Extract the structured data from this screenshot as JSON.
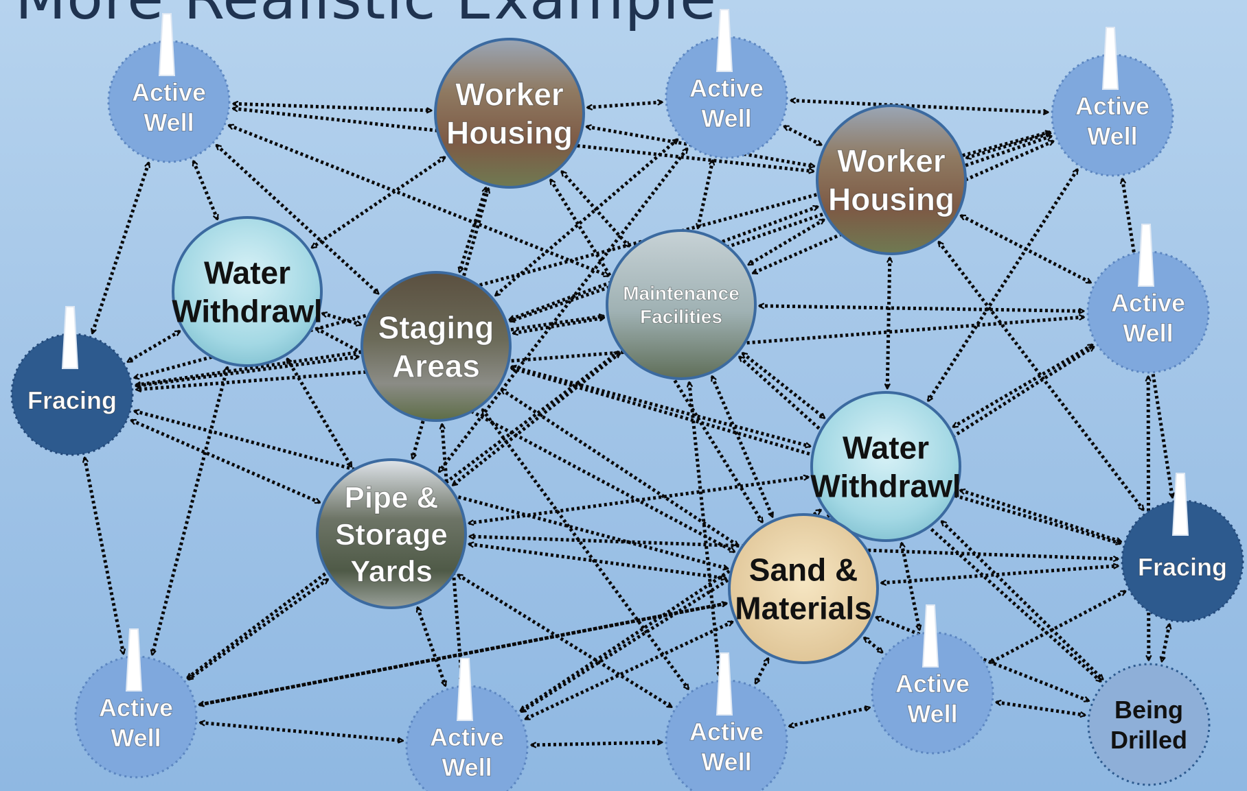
{
  "slide": {
    "title": "More Realistic Example"
  },
  "diagram": {
    "nodes": [
      {
        "id": "well-1",
        "kind": "active-well",
        "lines": [
          "Active",
          "Well"
        ]
      },
      {
        "id": "housing-1",
        "kind": "worker-housing",
        "lines": [
          "Worker",
          "Housing"
        ]
      },
      {
        "id": "well-2",
        "kind": "active-well",
        "lines": [
          "Active",
          "Well"
        ]
      },
      {
        "id": "housing-2",
        "kind": "worker-housing",
        "lines": [
          "Worker",
          "Housing"
        ]
      },
      {
        "id": "well-3",
        "kind": "active-well",
        "lines": [
          "Active",
          "Well"
        ]
      },
      {
        "id": "water-1",
        "kind": "water-withdrawl",
        "lines": [
          "Water",
          "Withdrawl"
        ]
      },
      {
        "id": "staging",
        "kind": "staging-areas",
        "lines": [
          "Staging",
          "Areas"
        ]
      },
      {
        "id": "maint",
        "kind": "maintenance",
        "lines": [
          "Maintenance",
          "Facilities"
        ]
      },
      {
        "id": "well-4",
        "kind": "active-well",
        "lines": [
          "Active",
          "Well"
        ]
      },
      {
        "id": "frac-1",
        "kind": "fracing",
        "lines": [
          "Fracing"
        ]
      },
      {
        "id": "water-2",
        "kind": "water-withdrawl",
        "lines": [
          "Water",
          "Withdrawl"
        ]
      },
      {
        "id": "pipe",
        "kind": "pipe-storage",
        "lines": [
          "Pipe &",
          "Storage",
          "Yards"
        ]
      },
      {
        "id": "sand",
        "kind": "sand-materials",
        "lines": [
          "Sand &",
          "Materials"
        ]
      },
      {
        "id": "frac-2",
        "kind": "fracing",
        "lines": [
          "Fracing"
        ]
      },
      {
        "id": "well-5",
        "kind": "active-well",
        "lines": [
          "Active",
          "Well"
        ]
      },
      {
        "id": "well-6",
        "kind": "active-well",
        "lines": [
          "Active",
          "Well"
        ]
      },
      {
        "id": "well-7",
        "kind": "active-well",
        "lines": [
          "Active",
          "Well"
        ]
      },
      {
        "id": "well-8",
        "kind": "active-well",
        "lines": [
          "Active",
          "Well"
        ]
      },
      {
        "id": "drilling",
        "kind": "being-drilled",
        "lines": [
          "Being",
          "Drilled"
        ]
      }
    ],
    "edges": [
      [
        "well-1",
        "housing-1"
      ],
      [
        "well-1",
        "water-1"
      ],
      [
        "well-1",
        "staging"
      ],
      [
        "well-1",
        "maint"
      ],
      [
        "well-1",
        "housing-2"
      ],
      [
        "housing-1",
        "well-2"
      ],
      [
        "housing-1",
        "water-1"
      ],
      [
        "housing-1",
        "staging"
      ],
      [
        "housing-1",
        "housing-2"
      ],
      [
        "housing-1",
        "sand"
      ],
      [
        "housing-1",
        "pipe"
      ],
      [
        "well-2",
        "well-3"
      ],
      [
        "well-2",
        "housing-2"
      ],
      [
        "well-2",
        "staging"
      ],
      [
        "well-2",
        "maint"
      ],
      [
        "well-2",
        "pipe"
      ],
      [
        "housing-2",
        "well-3"
      ],
      [
        "housing-2",
        "well-4"
      ],
      [
        "housing-2",
        "maint"
      ],
      [
        "housing-2",
        "water-2"
      ],
      [
        "housing-2",
        "frac-2"
      ],
      [
        "housing-2",
        "staging"
      ],
      [
        "well-3",
        "maint"
      ],
      [
        "well-3",
        "water-2"
      ],
      [
        "well-3",
        "staging"
      ],
      [
        "well-3",
        "frac-1"
      ],
      [
        "water-1",
        "frac-1"
      ],
      [
        "water-1",
        "pipe"
      ],
      [
        "water-1",
        "well-5"
      ],
      [
        "water-1",
        "staging"
      ],
      [
        "staging",
        "frac-1"
      ],
      [
        "staging",
        "maint"
      ],
      [
        "staging",
        "sand"
      ],
      [
        "staging",
        "well-6"
      ],
      [
        "staging",
        "water-2"
      ],
      [
        "staging",
        "frac-2"
      ],
      [
        "maint",
        "well-4"
      ],
      [
        "maint",
        "pipe"
      ],
      [
        "maint",
        "sand"
      ],
      [
        "maint",
        "water-2"
      ],
      [
        "maint",
        "well-7"
      ],
      [
        "maint",
        "drilling"
      ],
      [
        "maint",
        "well-5"
      ],
      [
        "well-4",
        "water-2"
      ],
      [
        "well-4",
        "frac-1"
      ],
      [
        "well-4",
        "well-6"
      ],
      [
        "frac-1",
        "pipe"
      ],
      [
        "frac-1",
        "maint"
      ],
      [
        "frac-1",
        "sand"
      ],
      [
        "frac-1",
        "well-5"
      ],
      [
        "water-2",
        "frac-2"
      ],
      [
        "water-2",
        "pipe"
      ],
      [
        "water-2",
        "well-8"
      ],
      [
        "water-2",
        "drilling"
      ],
      [
        "water-2",
        "well-6"
      ],
      [
        "pipe",
        "well-5"
      ],
      [
        "pipe",
        "well-6"
      ],
      [
        "pipe",
        "sand"
      ],
      [
        "pipe",
        "well-7"
      ],
      [
        "sand",
        "frac-2"
      ],
      [
        "sand",
        "well-7"
      ],
      [
        "sand",
        "well-8"
      ],
      [
        "sand",
        "drilling"
      ],
      [
        "sand",
        "well-6"
      ],
      [
        "sand",
        "well-5"
      ],
      [
        "frac-2",
        "drilling"
      ],
      [
        "frac-2",
        "well-8"
      ],
      [
        "frac-2",
        "pipe"
      ],
      [
        "well-5",
        "well-6"
      ],
      [
        "well-5",
        "sand"
      ],
      [
        "well-6",
        "well-7"
      ],
      [
        "well-7",
        "well-8"
      ],
      [
        "well-8",
        "drilling"
      ],
      [
        "well-1",
        "frac-1"
      ],
      [
        "housing-1",
        "maint"
      ],
      [
        "well-3",
        "frac-2"
      ],
      [
        "well-4",
        "drilling"
      ],
      [
        "water-1",
        "sand"
      ],
      [
        "staging",
        "well-7"
      ]
    ],
    "colors": {
      "active_well": "#7fa8dd",
      "active_well_border": "#5c86c0",
      "fracing": "#2d5a8e",
      "being_drilled": "#8eafd8",
      "water": "#a8dce6",
      "sand": "#ecd6a8",
      "label_light": "#ffffff",
      "label_dark": "#111111",
      "arrow": "#0a0a0a"
    }
  }
}
